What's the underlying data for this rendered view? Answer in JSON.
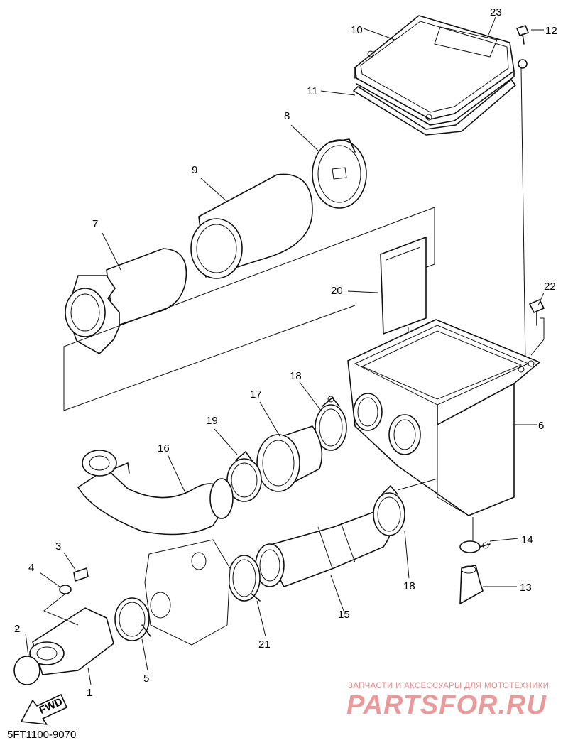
{
  "diagram": {
    "code": "5FT1100-9070",
    "fwd_label": "FWD",
    "callouts": {
      "c1": "1",
      "c2": "2",
      "c3": "3",
      "c4": "4",
      "c5": "5",
      "c6": "6",
      "c7": "7",
      "c8": "8",
      "c9": "9",
      "c10": "10",
      "c11": "11",
      "c12": "12",
      "c13": "13",
      "c14": "14",
      "c15": "15",
      "c16": "16",
      "c17": "17",
      "c18a": "18",
      "c18b": "18",
      "c19": "19",
      "c20": "20",
      "c21": "21",
      "c22": "22",
      "c23": "23"
    }
  },
  "watermark": {
    "tagline": "ЗАПЧАСТИ И АКСЕССУАРЫ ДЛЯ МОТОТЕХНИКИ",
    "logo": "PARTSFOR.RU"
  }
}
